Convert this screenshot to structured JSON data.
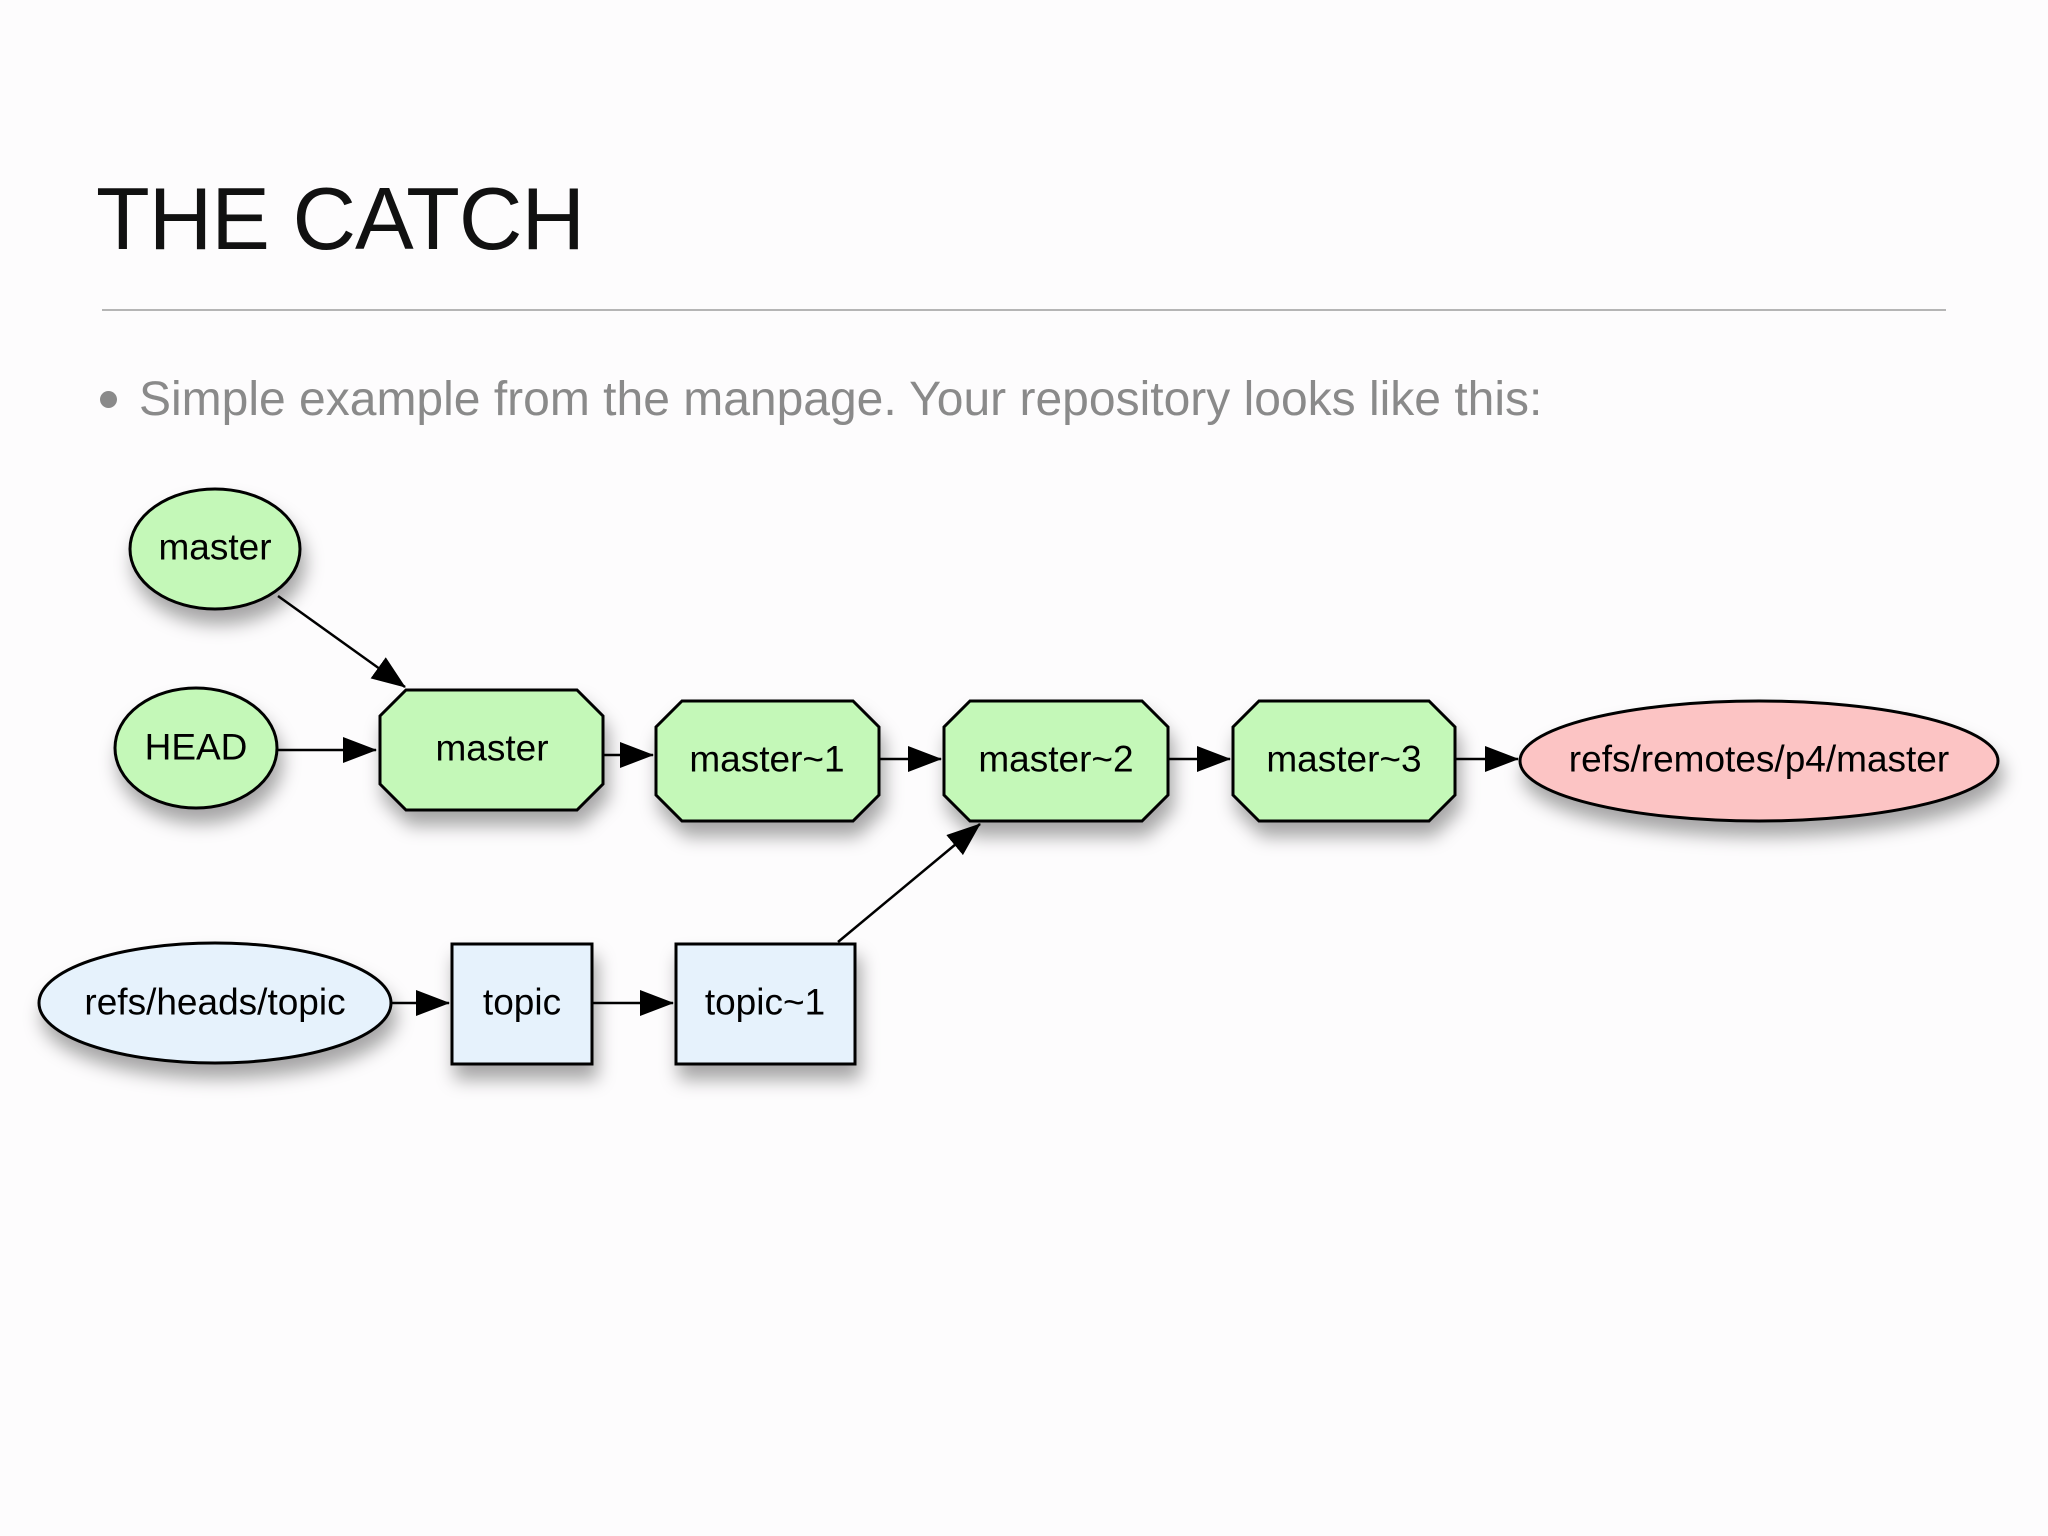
{
  "slide": {
    "title": "THE CATCH",
    "bullets": [
      "Simple example from the manpage.  Your repository looks like this:"
    ]
  },
  "diagram": {
    "colors": {
      "commit_master": "#c4f8b8",
      "remote_ref": "#fcc4c4",
      "topic": "#e6f2fc"
    },
    "nodes": {
      "master_ref": "master",
      "head": "HEAD",
      "master": "master",
      "master1": "master~1",
      "master2": "master~2",
      "master3": "master~3",
      "remote": "refs/remotes/p4/master",
      "topic_ref": "refs/heads/topic",
      "topic": "topic",
      "topic1": "topic~1"
    },
    "edges": [
      [
        "master_ref",
        "master"
      ],
      [
        "head",
        "master"
      ],
      [
        "master",
        "master1"
      ],
      [
        "master1",
        "master2"
      ],
      [
        "master2",
        "master3"
      ],
      [
        "master3",
        "remote"
      ],
      [
        "topic_ref",
        "topic"
      ],
      [
        "topic",
        "topic1"
      ],
      [
        "topic1",
        "master2"
      ]
    ]
  }
}
